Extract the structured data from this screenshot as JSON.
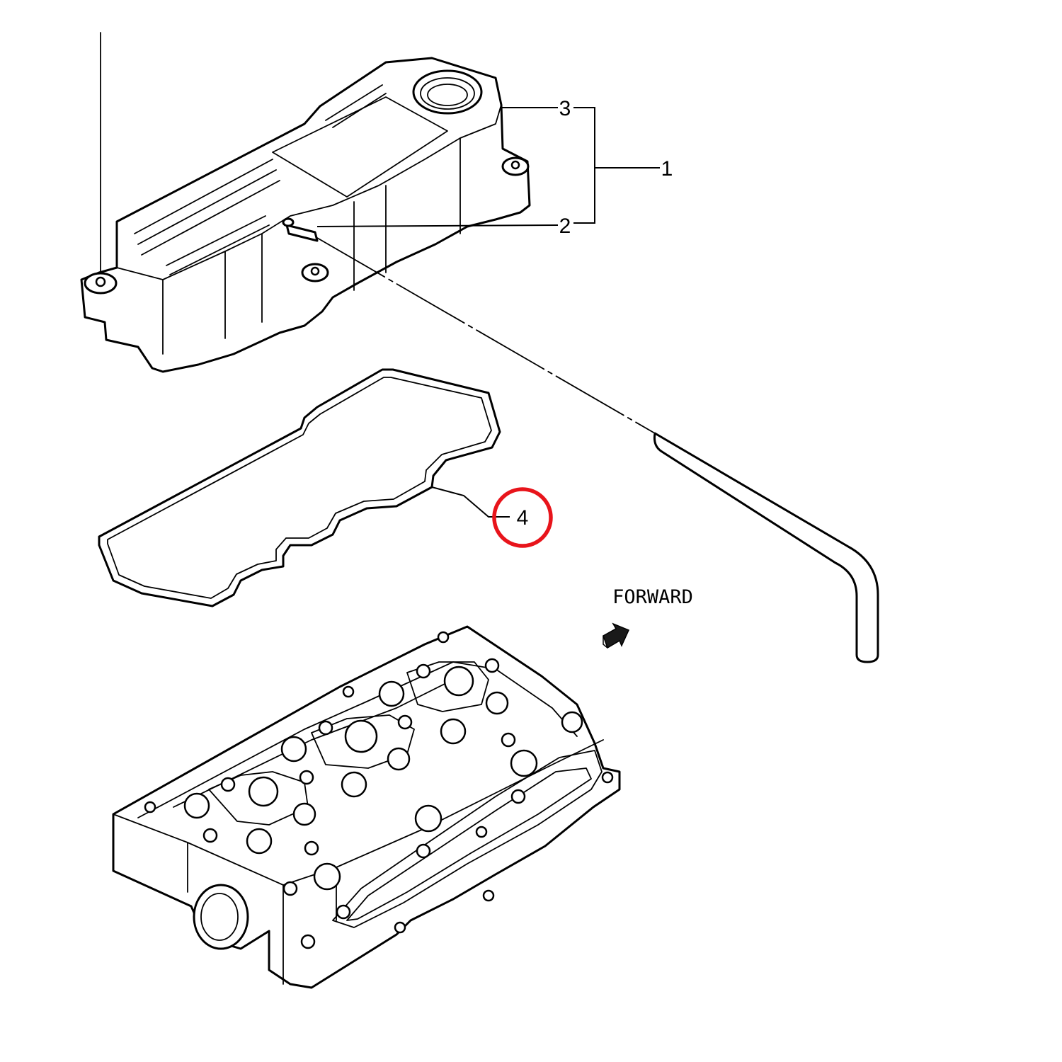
{
  "callouts": {
    "c1": "1",
    "c2": "2",
    "c3": "3",
    "c4": "4"
  },
  "forward_label": "FORWARD",
  "highlight": {
    "callout": "4",
    "color": "#e8141b"
  }
}
